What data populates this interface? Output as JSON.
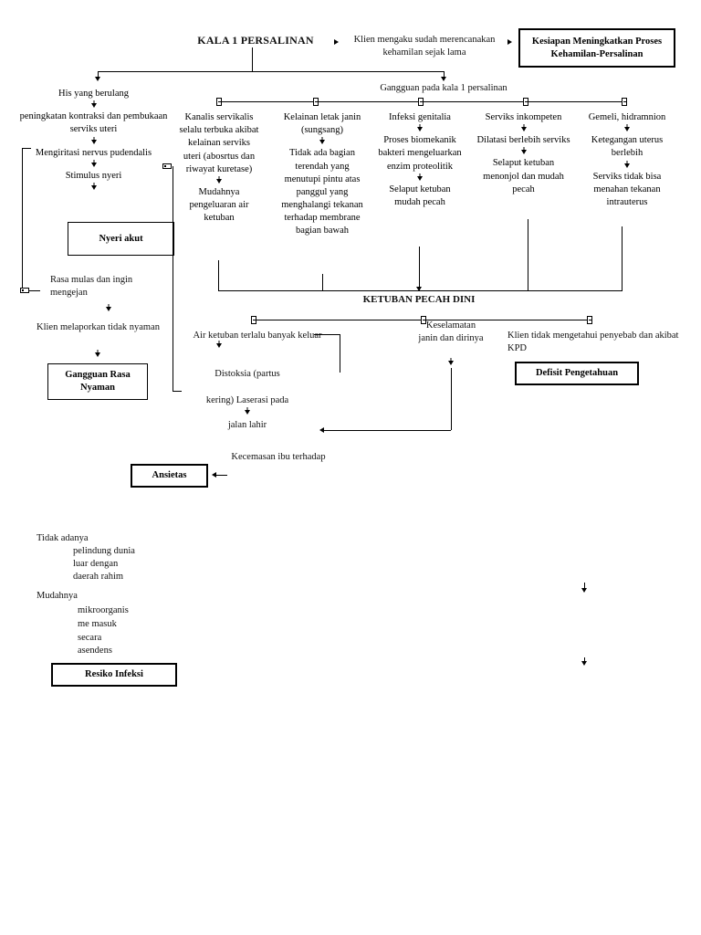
{
  "document": {
    "title": "KALA 1 PERSALINAN",
    "type": "pathway-diagram",
    "language": "id"
  },
  "top": {
    "root_label": "KALA 1 PERSALINAN",
    "client_statement": "Klien mengaku sudah merencanakan kehamilan sejak lama",
    "readiness_box": "Kesiapan Meningkatkan Proses Kehamilan-Persalinan",
    "disturbance_label": "Gangguan pada kala 1 persalinan"
  },
  "pain_branch": {
    "steps": [
      "His yang berulang",
      "peningkatan kontraksi dan pembukaan serviks uteri",
      "Mengiritasi nervus pudendalis",
      "Stimulus nyeri"
    ],
    "diagnosis_box": "Nyeri akut",
    "after_box": [
      "Rasa mulas dan ingin mengejan",
      "Klien melaporkan tidak nyaman"
    ],
    "comfort_box": "Gangguan Rasa Nyaman"
  },
  "columns": [
    {
      "id": "kanalis",
      "steps": [
        "Kanalis servikalis selalu terbuka akibat kelainan serviks uteri (abosrtus dan riwayat kuretase)",
        "Mudahnya pengeluaran air ketuban"
      ]
    },
    {
      "id": "letak-janin",
      "steps": [
        "Kelainan letak janin (sungsang)",
        "Tidak ada bagian terendah yang menutupi pintu atas panggul yang menghalangi tekanan terhadap membrane bagian bawah"
      ]
    },
    {
      "id": "infeksi-genitalia",
      "steps": [
        "Infeksi genitalia",
        "Proses biomekanik bakteri mengeluarkan enzim proteolitik",
        "Selaput ketuban mudah pecah"
      ]
    },
    {
      "id": "serviks-inkompeten",
      "steps": [
        "Serviks inkompeten",
        "Dilatasi berlebih serviks",
        "Selaput ketuban menonjol dan mudah pecah"
      ]
    },
    {
      "id": "gemeli",
      "steps": [
        "Gemeli, hidramnion",
        "Ketegangan uterus berlebih",
        "Serviks tidak bisa menahan tekanan intrauterus"
      ]
    }
  ],
  "kpd": {
    "label": "KETUBAN PECAH DINI",
    "outcomes": [
      "Air ketuban terlalu banyak keluar",
      "Keselamatan janin dan dirinya",
      "Klien tidak mengetahui penyebab dan akibat KPD"
    ],
    "distokia_lines": [
      "Distoksia (partus",
      "kering) Laserasi pada",
      "jalan lahir"
    ],
    "kecemasan": "Kecemasan ibu terhadap",
    "ansietas_box": "Ansietas",
    "defisit_box": "Defisit Pengetahuan"
  },
  "infection_branch": {
    "line1_head": "Tidak adanya",
    "line1_body": [
      "pelindung dunia",
      "luar dengan",
      "daerah rahim"
    ],
    "line2_head": "Mudahnya",
    "line2_body": [
      "mikroorganis",
      "me masuk",
      "secara",
      "asendens"
    ],
    "risk_box": "Resiko Infeksi"
  },
  "colors": {
    "ink": "#000000",
    "background": "#ffffff",
    "box_border": "#000000"
  }
}
